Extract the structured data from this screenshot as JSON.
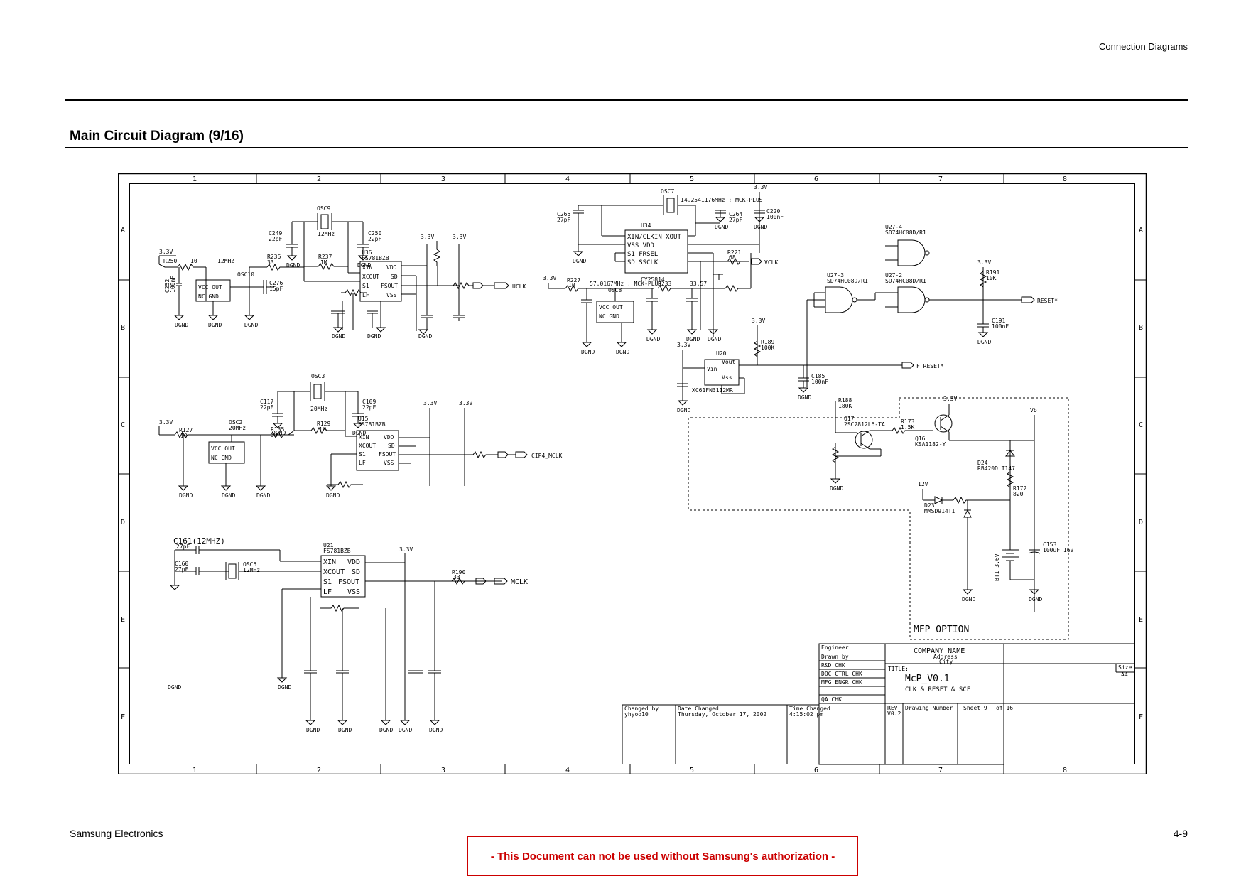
{
  "header": {
    "section": "Connection Diagrams"
  },
  "page_title": "Main Circuit Diagram (9/16)",
  "footer": {
    "company": "Samsung Electronics",
    "page_number": "4-9",
    "notice": "- This Document can not be used without Samsung's authorization -"
  },
  "frame": {
    "columns": [
      "1",
      "2",
      "3",
      "4",
      "5",
      "6",
      "7",
      "8"
    ],
    "rows": [
      "A",
      "B",
      "C",
      "D",
      "E",
      "F"
    ]
  },
  "circuits": {
    "osc9": {
      "name": "OSC9",
      "freq": "12MHz",
      "c_left": "C249",
      "c_left_val": "22pF",
      "c_right": "C250",
      "c_right_val": "22pF",
      "r": "R237",
      "r_val": "1M",
      "ic": "U36",
      "ic_part": "FS781BZB"
    },
    "osc10": {
      "supply": "3.3V",
      "r": "R250",
      "r_val": "10",
      "c": "C252",
      "c_val": "100nF",
      "label": "12MHZ",
      "name": "OSC10",
      "r2": "R236",
      "r2_val": "33",
      "c2": "C276",
      "c2_val": "15pF"
    },
    "osc3": {
      "name": "OSC3",
      "freq": "20MHz",
      "c_left": "C117",
      "c_left_val": "22pF",
      "c_right": "C109",
      "c_right_val": "22pF",
      "r": "R129",
      "r_val": "1M",
      "ic": "U15",
      "ic_part": "FS781BZB",
      "out": "CIP4_MCLK"
    },
    "osc2": {
      "supply": "3.3V",
      "name": "OSC2",
      "freq": "20MHz",
      "r": "R127",
      "r_val": "10",
      "r2": "R135",
      "r2_val": "33"
    },
    "osc5": {
      "c_top": "C161(12MHZ)",
      "c_top_val": "27pF",
      "c_mid": "C160",
      "c_mid_val": "27pF",
      "name": "OSC5",
      "freq": "12MHz",
      "ic": "U21",
      "ic_part": "FS781BZB",
      "r": "R190",
      "r_val": "33",
      "out": "MCLK"
    },
    "osc7": {
      "name": "OSC7",
      "freq": "14.2541176MHz : MCK-PLUS",
      "c1": "C265",
      "c1_val": "27pF",
      "c2": "C264",
      "c2_val": "27pF",
      "c3": "C220",
      "c3_val": "100nF",
      "ic": "U34",
      "ic_part": "CY25814",
      "r": "R221",
      "r_val": "68",
      "out": "VCLK"
    },
    "osc8": {
      "name": "OSC8",
      "freq": "57.0167MHz : MCK-PLUS",
      "r": "R227",
      "r_val": "10",
      "r2": "R233",
      "r2_val": "33.57"
    },
    "u20": {
      "name": "U20",
      "part": "XC61FN3112MR",
      "pin_out": "Vout",
      "pin_in": "Vin",
      "pin_ss": "Vss",
      "r": "R189",
      "r_val": "100K",
      "c": "C185",
      "c_val": "100nF",
      "out": "F_RESET*"
    },
    "u27": {
      "gate_a": "U27-4",
      "gate_b": "U27-3",
      "gate_c": "U27-2",
      "part": "SD74HC08D/R1",
      "r": "R191",
      "r_val": "10K",
      "c": "C191",
      "c_val": "100nF",
      "out": "RESET*"
    },
    "mfp": {
      "label": "MFP OPTION",
      "q1": "Q17",
      "q1_part": "2SC2812L6-TA",
      "q2": "Q16",
      "q2_part": "KSA1182-Y",
      "r_a": "R188",
      "r_a_val": "180K",
      "r_b": "R173",
      "r_b_val": "1.5K",
      "d1": "D24",
      "d1_part": "RB420D T147",
      "d2": "D23",
      "d2_part": "MMSD914T1",
      "r_c": "R172",
      "r_c_val": "820",
      "c": "C153",
      "c_val": "100uF 16V",
      "bat": "BT1 3.6V",
      "supply": "12V"
    }
  },
  "title_block": {
    "company": "COMPANY NAME",
    "address": "Address",
    "city": "City",
    "title_label": "TITLE:",
    "title": "McP_V0.1",
    "subtitle": "CLK & RESET & SCF",
    "size_label": "Size",
    "size": "A4",
    "rows": [
      "Engineer",
      "Drawn by",
      "R&D CHK",
      "DOC CTRL CHK",
      "MFG ENGR CHK",
      "QA CHK"
    ],
    "rev_label": "REV",
    "rev": "V0.2",
    "drawing_number_label": "Drawing Number",
    "sheet": "Sheet 9",
    "of": "of 16",
    "changed_by_label": "Changed by",
    "changed_by": "yhyoo10",
    "date_label": "Date Changed",
    "date": "Thursday, October 17, 2002",
    "time_label": "Time Changed",
    "time": "4:15:02 pm"
  },
  "colors": {
    "ink": "#000000",
    "notice": "#cc0000"
  }
}
